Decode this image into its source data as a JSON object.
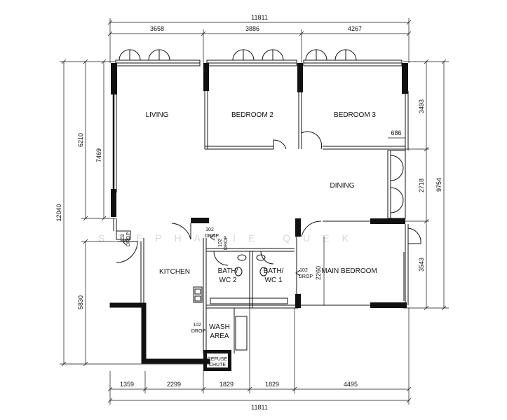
{
  "dimensions": {
    "top_total": "11811",
    "top_segments": [
      "3658",
      "3886",
      "4267"
    ],
    "bottom_total": "11811",
    "bottom_segments": [
      "1359",
      "2299",
      "1829",
      "1829",
      "4495"
    ],
    "left_outer": "12040",
    "left_mid": "6210",
    "left_inner": "7469",
    "left_lower": "5830",
    "right_outer": "9754",
    "right_top": "3493",
    "right_mid": "2718",
    "right_bottom": "3543",
    "inner_686": "686",
    "inner_2260": "2260"
  },
  "rooms": {
    "living": "LIVING",
    "bedroom2": "BEDROOM 2",
    "bedroom3": "BEDROOM 3",
    "dining": "DINING",
    "kitchen": "KITCHEN",
    "bath2_line1": "BATH/",
    "bath2_line2": "WC  2",
    "bath1_line1": "BATH/",
    "bath1_line2": "WC  1",
    "main_bedroom": "MAIN BEDROOM",
    "wash_line1": "WASH",
    "wash_line2": "AREA",
    "refuse_line1": "REFUSE",
    "refuse_line2": "CHUTE"
  },
  "drops": {
    "code": "102",
    "label": "DROP"
  },
  "watermark": "STEPHANIE QUEK"
}
